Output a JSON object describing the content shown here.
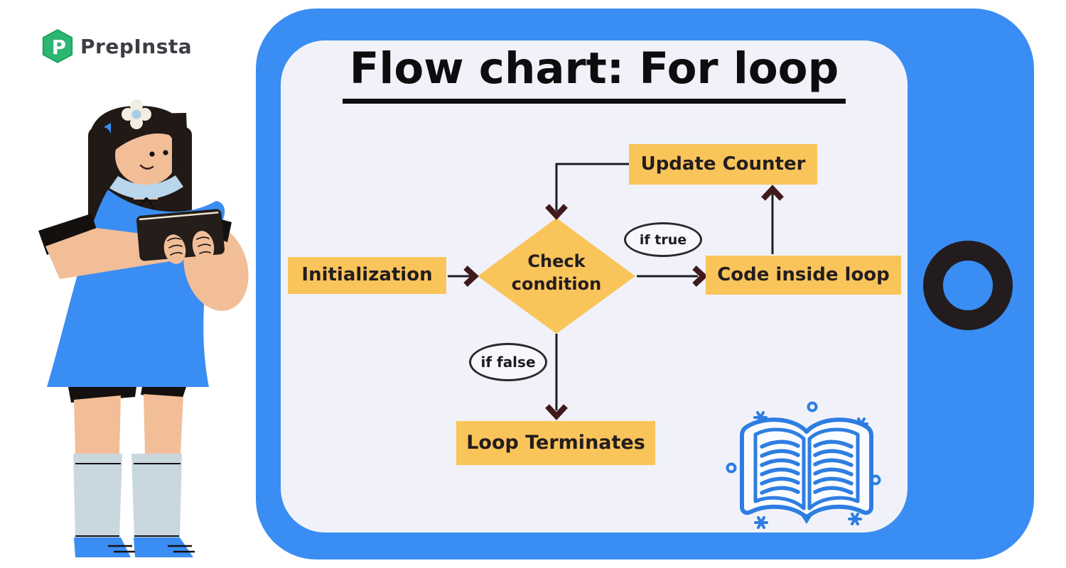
{
  "brand": {
    "name": "PrepInsta",
    "logo_letter": "P",
    "logo_color": "#2BB673"
  },
  "header": {
    "title": "Flow chart: For loop"
  },
  "flowchart": {
    "nodes": [
      {
        "id": "initialization",
        "label": "Initialization",
        "shape": "rect"
      },
      {
        "id": "check-condition",
        "label": "Check condition",
        "shape": "diamond"
      },
      {
        "id": "code-inside-loop",
        "label": "Code inside loop",
        "shape": "rect"
      },
      {
        "id": "update-counter",
        "label": "Update Counter",
        "shape": "rect"
      },
      {
        "id": "loop-terminates",
        "label": "Loop Terminates",
        "shape": "rect"
      }
    ],
    "edge_labels": [
      {
        "id": "if-true",
        "label": "if true"
      },
      {
        "id": "if-false",
        "label": "if false"
      }
    ],
    "colors": {
      "node_fill": "#F9C45A",
      "node_text": "#231D1F",
      "line": "#1D1D21",
      "arrowhead": "#40191C",
      "frame_blue": "#3A8DF3",
      "panel_bg": "#F1F2F9",
      "book_blue": "#2E7EE2"
    }
  },
  "illustrations": {
    "girl": "girl-reading-tablet",
    "book": "open-book-with-sparkles",
    "camera_ring": "tablet-camera-ring"
  }
}
